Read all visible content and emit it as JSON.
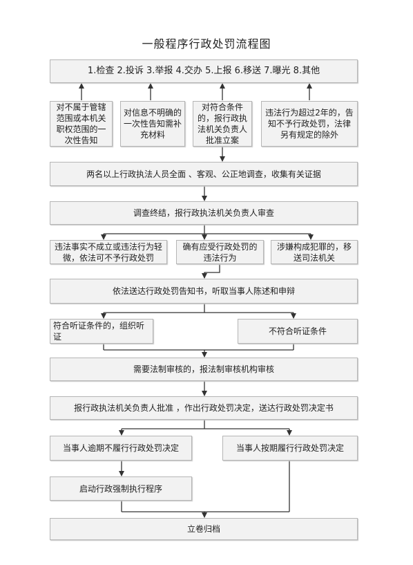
{
  "title": "一般程序行政处罚流程图",
  "sources": "1.检查 2.投诉 3.举报 4.交办 5.上报 6.移送 7.曝光 8.其他",
  "notices": [
    "对不属于管辖范围或本机关职权范围的一次性告知",
    "对信息不明确的一次性告知需补充材料",
    "对符合条件的，报行政执法机关负责人批准立案",
    "违法行为超过2年的，告知不予行政处罚，法律另有规定的除外"
  ],
  "investigate": "两名以上行政执法人员全面 、客观、公正地调查，收集有关证据",
  "review": "调查终结，报行政执法机关负责人审查",
  "outcomes": [
    "违法事实不成立或违法行为轻微，依法可不予行政处罚",
    "确有应受行政处罚的违法行为",
    "涉嫌构成犯罪的，移送司法机关"
  ],
  "notify": "依法送达行政处罚告知书，听取当事人陈述和申辩",
  "hearing_yes": "符合听证条件的，组织听证",
  "hearing_no": "不符合听证条件",
  "legal_review": "需要法制审核的，报法制审核机构审核",
  "decision": "报行政执法机关负责人批准 ，作出行政处罚决定，送达行政处罚决定书",
  "noncompliance": "当事人逾期不履行行政处罚决定",
  "compliance": "当事人按期履行行政处罚决定",
  "enforce": "启动行政强制执行程序",
  "archive": "立卷归档"
}
